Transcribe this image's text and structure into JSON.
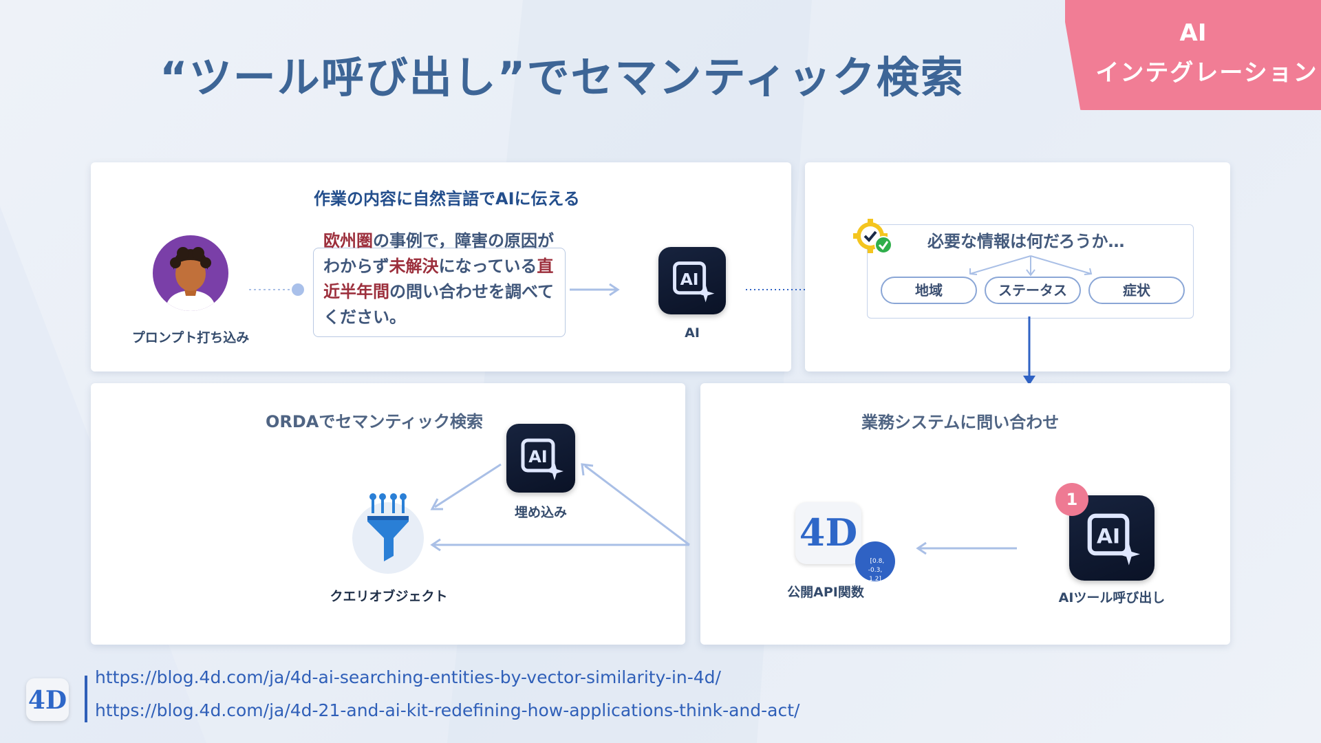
{
  "title": "“ツール呼び出し”でセマンティック検索",
  "tag": {
    "line1": "AI",
    "line2": "インテグレーション"
  },
  "panel_prompt": {
    "title": "作業の内容に自然言語でAIに伝える",
    "user_label": "プロンプト打ち込み",
    "prompt_parts": [
      {
        "text": "欧州圏",
        "highlight": true
      },
      {
        "text": "の事例で，障害の原因がわからず",
        "highlight": false
      },
      {
        "text": "未解決",
        "highlight": true
      },
      {
        "text": "になっている",
        "highlight": false
      },
      {
        "text": "直近半年間",
        "highlight": true
      },
      {
        "text": "の問い合わせを調べてください。",
        "highlight": false
      }
    ],
    "ai_label": "AI"
  },
  "panel_info": {
    "question": "必要な情報は何だろうか…",
    "chips": [
      "地域",
      "ステータス",
      "症状"
    ]
  },
  "panel_orda": {
    "title": "ORDAでセマンティック検索",
    "embed_label": "埋め込み",
    "query_label": "クエリオブジェクト"
  },
  "panel_business": {
    "title": "業務システムに問い合わせ",
    "api_label": "公開API関数",
    "vector_text": "[0.8,\n-0.3,\n1.2]",
    "tool_label": "AIツール呼び出し",
    "badge": "1"
  },
  "logo_text": "4D",
  "links": [
    "https://blog.4d.com/ja/4d-ai-searching-entities-by-vector-similarity-in-4d/",
    "https://blog.4d.com/ja/4d-21-and-ai-kit-redefining-how-applications-think-and-act/"
  ],
  "colors": {
    "title": "#3d6596",
    "tag": "#f17d95",
    "highlight": "#9c2f3c",
    "link": "#2f5fb8",
    "arrow": "#a9bfe6",
    "arrow_dark": "#2f62c4"
  }
}
